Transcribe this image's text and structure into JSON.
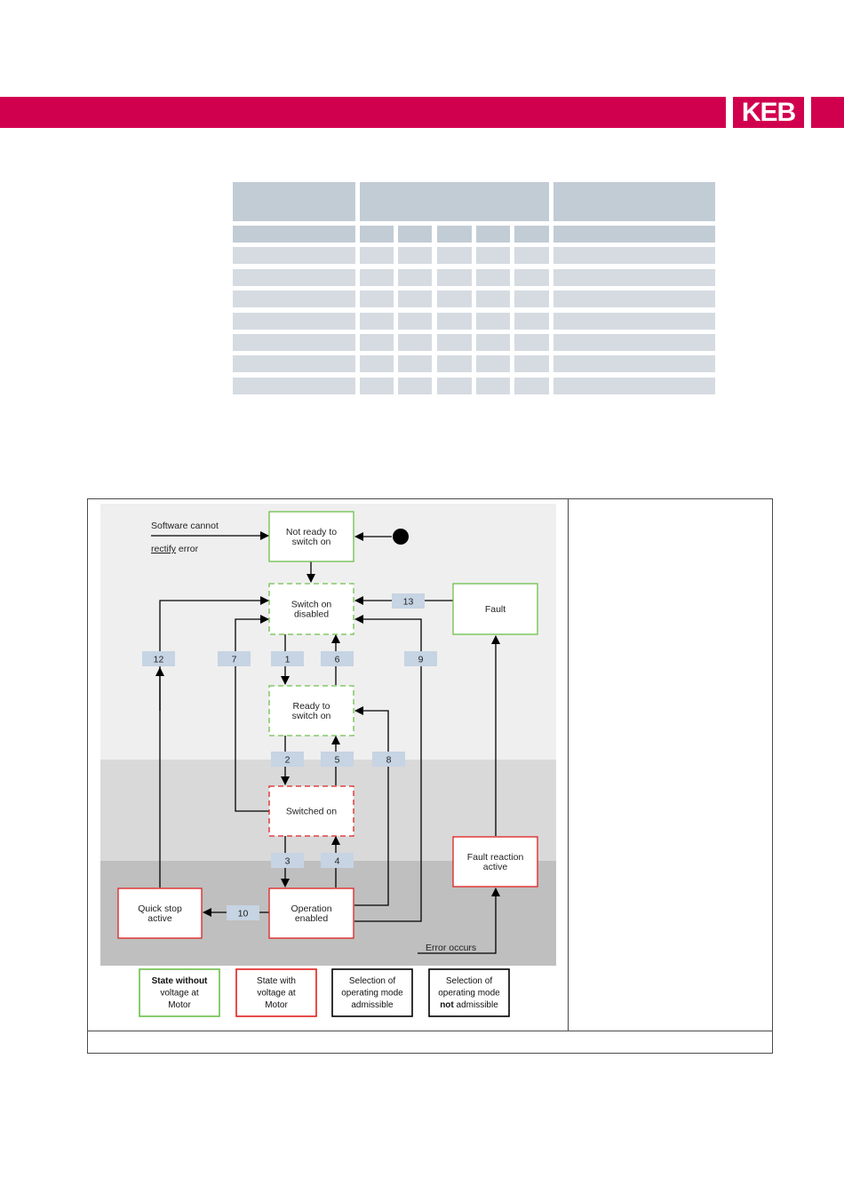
{
  "header": {
    "logo_text": "KEB",
    "brand_color": "#d1004f"
  },
  "table": {
    "header_color": "#c2ccd5",
    "row_color": "#d5dbe1",
    "row_count": 8
  },
  "diagram": {
    "states": {
      "not_ready": [
        "Not ready to",
        "switch on"
      ],
      "switch_on_disabled": [
        "Switch on",
        "disabled"
      ],
      "ready": [
        "Ready to",
        "switch on"
      ],
      "switched_on": [
        "Switched on"
      ],
      "operation_enabled": [
        "Operation",
        "enabled"
      ],
      "quick_stop": [
        "Quick stop",
        "active"
      ],
      "fault": [
        "Fault"
      ],
      "fault_reaction": [
        "Fault reaction",
        "active"
      ]
    },
    "notes": {
      "software_line1": "Software cannot",
      "software_line2_underlined": "rectify",
      "software_line2_rest": " error",
      "error_occurs": "Error occurs"
    },
    "transitions": [
      "1",
      "2",
      "3",
      "4",
      "5",
      "6",
      "7",
      "8",
      "9",
      "10",
      "12",
      "13"
    ],
    "legend": [
      {
        "lines": [
          {
            "bold": "State without",
            "rest": ""
          },
          {
            "bold": "",
            "rest": "voltage at"
          },
          {
            "bold": "",
            "rest": "Motor"
          }
        ],
        "color": "#6cc04a"
      },
      {
        "lines": [
          {
            "bold": "",
            "rest": "State with"
          },
          {
            "bold": "",
            "rest": "voltage at"
          },
          {
            "bold": "",
            "rest": "Motor"
          }
        ],
        "color": "#e02020"
      },
      {
        "lines": [
          {
            "bold": "",
            "rest": "Selection of"
          },
          {
            "bold": "",
            "rest": "operating mode"
          },
          {
            "bold": "",
            "rest": "admissible"
          }
        ],
        "color": "#000000"
      },
      {
        "lines": [
          {
            "bold": "",
            "rest": "Selection of"
          },
          {
            "bold": "",
            "rest": "operating mode"
          },
          {
            "bold": "not",
            "rest": " admissible"
          }
        ],
        "color": "#000000"
      }
    ],
    "colors": {
      "green": "#6cc04a",
      "red": "#e02020",
      "label_box": "#c6d4e3",
      "zone_light": "#efefef",
      "zone_mid": "#d9d9d9",
      "zone_dark": "#bfbfbf"
    }
  }
}
